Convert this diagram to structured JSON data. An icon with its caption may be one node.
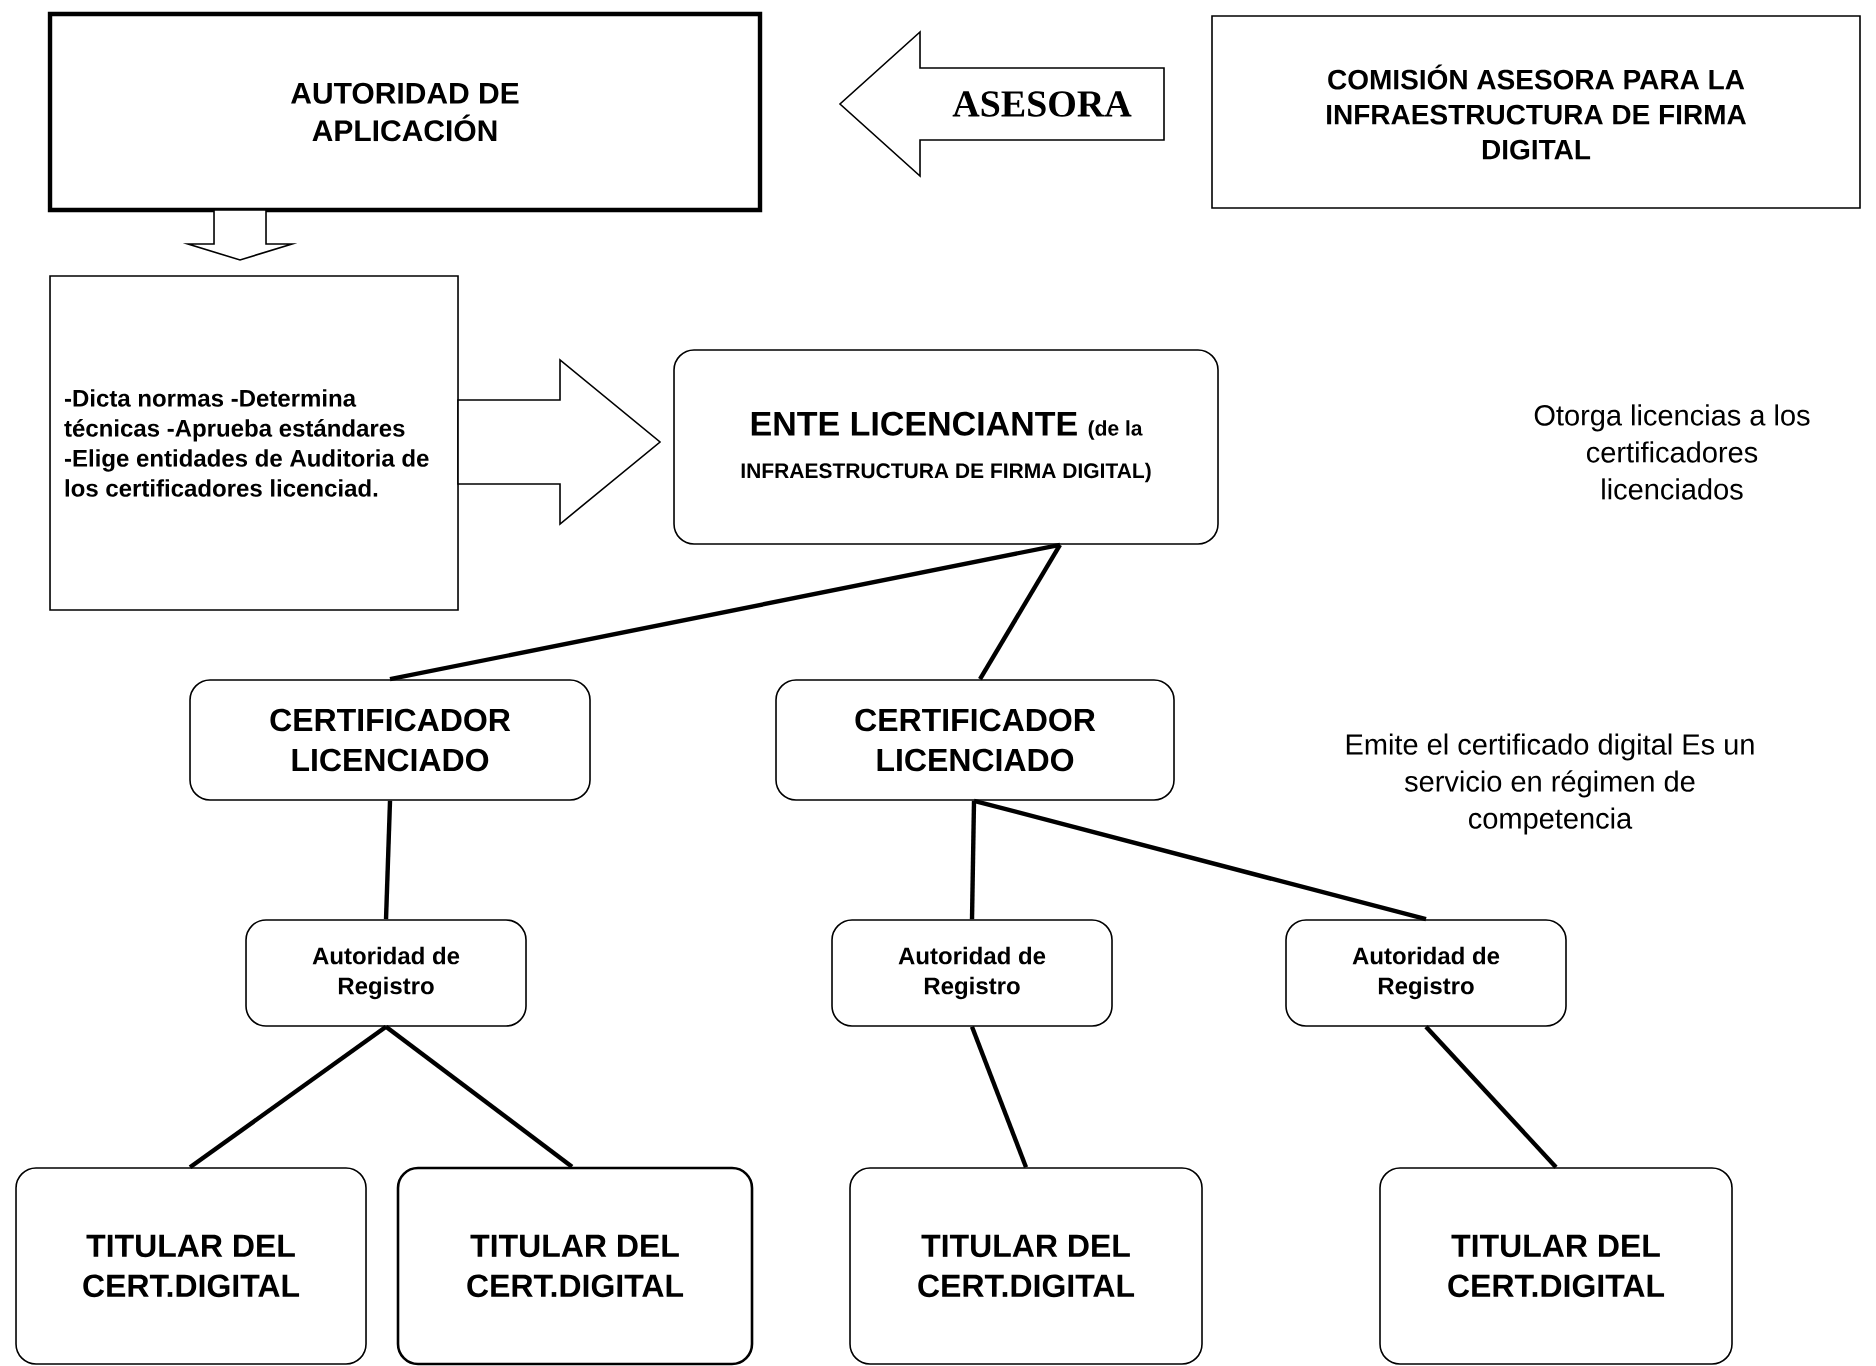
{
  "diagram": {
    "nodes": [
      {
        "text": [
          "AUTORIDAD DE APLICACIÓN"
        ]
      },
      {
        "text": [
          "COMISIÓN ASESORA PARA LA INFRAESTRUCTURA DE FIRMA DIGITAL"
        ]
      },
      {
        "text": [
          "-Dicta normas -Determina técnicas -Aprueba estándares -Elige entidades de Auditoria de los certificadores licenciad."
        ]
      },
      {
        "text": [
          "ENTE LICENCIANTE",
          "(de la INFRAESTRUCTURA DE FIRMA DIGITAL)"
        ]
      },
      {
        "text": [
          "CERTIFICADOR LICENCIADO"
        ]
      },
      {
        "text": [
          "CERTIFICADOR LICENCIADO"
        ]
      },
      {
        "text": [
          "Autoridad de Registro"
        ]
      },
      {
        "text": [
          "Autoridad de Registro"
        ]
      },
      {
        "text": [
          "Autoridad de Registro"
        ]
      },
      {
        "text": [
          "TITULAR DEL CERT.DIGITAL"
        ]
      },
      {
        "text": [
          "TITULAR DEL CERT.DIGITAL"
        ]
      },
      {
        "text": [
          "TITULAR DEL CERT.DIGITAL"
        ]
      },
      {
        "text": [
          "TITULAR DEL CERT.DIGITAL"
        ]
      }
    ],
    "edges": [
      {
        "from": 1,
        "to": 0,
        "arrow": "to",
        "label": "ASESORA"
      },
      {
        "from": 0,
        "to": 2,
        "arrow": "to"
      },
      {
        "from": 2,
        "to": 3,
        "arrow": "to"
      },
      {
        "from": 3,
        "to": 4,
        "arrow": "none"
      },
      {
        "from": 3,
        "to": 5,
        "arrow": "none"
      },
      {
        "from": 4,
        "to": 6,
        "arrow": "none"
      },
      {
        "from": 5,
        "to": 7,
        "arrow": "none"
      },
      {
        "from": 5,
        "to": 8,
        "arrow": "none"
      },
      {
        "from": 6,
        "to": 9,
        "arrow": "none"
      },
      {
        "from": 6,
        "to": 10,
        "arrow": "none"
      },
      {
        "from": 7,
        "to": 11,
        "arrow": "none"
      },
      {
        "from": 8,
        "to": 12,
        "arrow": "none"
      }
    ],
    "labels": [
      "Otorga licencias a los certificadores licenciados",
      "Emite el certificado digital Es un servicio en régimen de competencia"
    ]
  }
}
